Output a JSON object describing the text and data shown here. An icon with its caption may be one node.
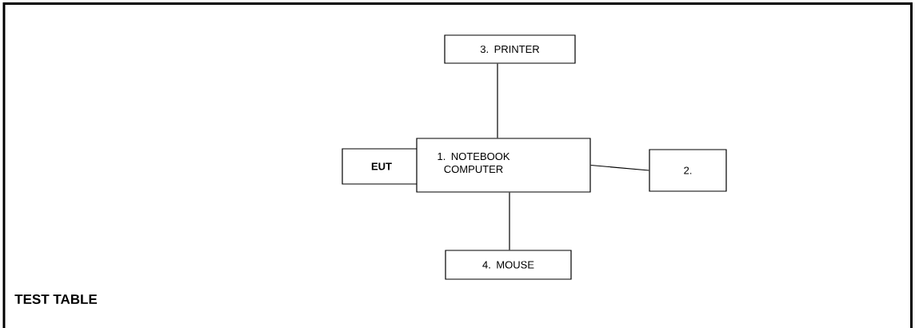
{
  "diagram": {
    "nodes": [
      {
        "text": [
          "3. PRINTER"
        ]
      },
      {
        "text": [
          "EUT"
        ]
      },
      {
        "text": [
          "1. NOTEBOOK COMPUTER"
        ]
      },
      {
        "text": [
          "2."
        ]
      },
      {
        "text": [
          "4. MOUSE"
        ]
      }
    ],
    "edges": [
      {
        "from": 0,
        "to": 2,
        "arrow": "none"
      },
      {
        "from": 2,
        "to": 3,
        "arrow": "none"
      },
      {
        "from": 2,
        "to": 4,
        "arrow": "none"
      }
    ],
    "labels": [
      "TEST TABLE"
    ]
  }
}
